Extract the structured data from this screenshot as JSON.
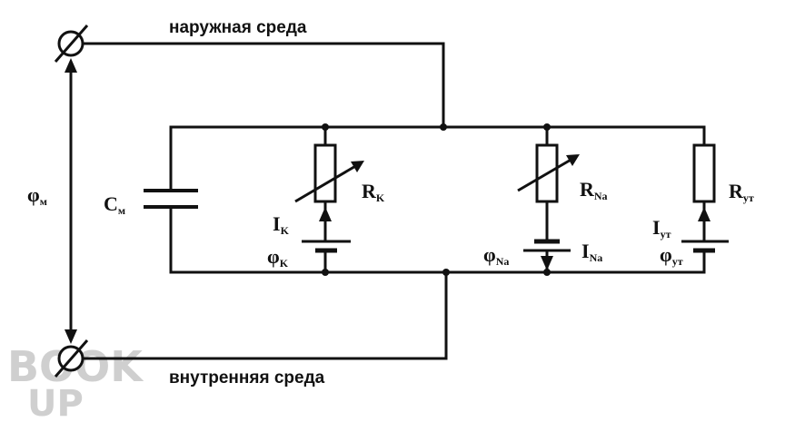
{
  "labels": {
    "outer_env": "наружная среда",
    "inner_env": "внутренняя среда",
    "phi_m_main": "φ",
    "phi_m_sub": "м",
    "cm_main": "C",
    "cm_sub": "м",
    "rk_main": "R",
    "rk_sub": "K",
    "ik_main": "I",
    "ik_sub": "K",
    "phik_main": "φ",
    "phik_sub": "K",
    "rna_main": "R",
    "rna_sub": "Na",
    "ina_main": "I",
    "ina_sub": "Na",
    "phina_main": "φ",
    "phina_sub": "Na",
    "rut_main": "R",
    "rut_sub": "ут",
    "iut_main": "I",
    "iut_sub": "ут",
    "phiut_main": "φ",
    "phiut_sub": "ут"
  },
  "watermark": {
    "line1": "BOOK",
    "line2": "UP"
  },
  "colors": {
    "ink": "#111111",
    "watermark": "#cfcfcf"
  }
}
